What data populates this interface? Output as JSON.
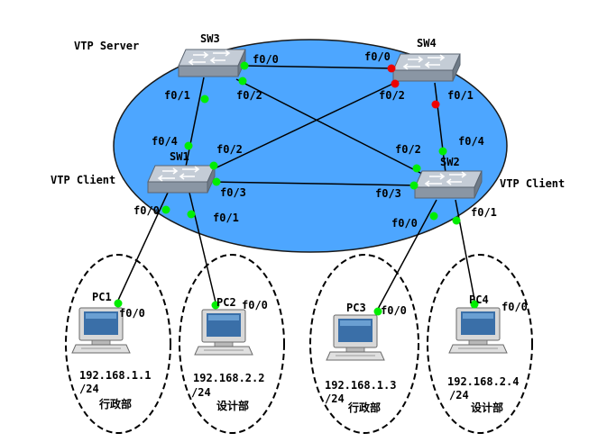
{
  "domain_labels": {
    "server": "VTP Server",
    "client_left": "VTP Client",
    "client_right": "VTP Client"
  },
  "switches": [
    {
      "id": "sw3",
      "name": "SW3"
    },
    {
      "id": "sw4",
      "name": "SW4"
    },
    {
      "id": "sw1",
      "name": "SW1"
    },
    {
      "id": "sw2",
      "name": "SW2"
    }
  ],
  "links": [
    {
      "id": "sw3-sw4",
      "a_port": "f0/0",
      "b_port": "f0/0",
      "a_status": "green",
      "b_status": "red"
    },
    {
      "id": "sw3-sw1",
      "a_port": "f0/1",
      "b_port": "f0/4",
      "a_status": "green",
      "b_status": "green"
    },
    {
      "id": "sw3-sw2",
      "a_port": "f0/2",
      "b_port": "f0/2",
      "a_status": "green",
      "b_status": "green"
    },
    {
      "id": "sw4-sw1",
      "a_port": "f0/2",
      "b_port": "f0/2",
      "a_status": "red",
      "b_status": "green"
    },
    {
      "id": "sw4-sw2",
      "a_port": "f0/1",
      "b_port": "f0/4",
      "a_status": "red",
      "b_status": "green"
    },
    {
      "id": "sw1-sw2",
      "a_port": "f0/3",
      "b_port": "f0/3",
      "a_status": "green",
      "b_status": "green"
    },
    {
      "id": "sw1-pc1",
      "a_port": "f0/0",
      "b_port": "f0/0",
      "a_status": "green",
      "b_status": "green"
    },
    {
      "id": "sw1-pc2",
      "a_port": "f0/1",
      "b_port": "f0/0",
      "a_status": "green",
      "b_status": "green"
    },
    {
      "id": "sw2-pc3",
      "a_port": "f0/0",
      "b_port": "f0/0",
      "a_status": "green",
      "b_status": "green"
    },
    {
      "id": "sw2-pc4",
      "a_port": "f0/1",
      "b_port": "f0/0",
      "a_status": "green",
      "b_status": "green"
    }
  ],
  "pcs": [
    {
      "id": "pc1",
      "name": "PC1",
      "ip": "192.168.1.1",
      "mask": "/24",
      "dept": "行政部"
    },
    {
      "id": "pc2",
      "name": "PC2",
      "ip": "192.168.2.2",
      "mask": "/24",
      "dept": "设计部"
    },
    {
      "id": "pc3",
      "name": "PC3",
      "ip": "192.168.1.3",
      "mask": "/24",
      "dept": "行政部"
    },
    {
      "id": "pc4",
      "name": "PC4",
      "ip": "192.168.2.4",
      "mask": "/24",
      "dept": "设计部"
    }
  ],
  "colors": {
    "cloud_fill": "#4da6ff",
    "cloud_stroke": "#1a1a1a",
    "link": "#000000",
    "status_green": "#00ee00",
    "status_red": "#ee0000",
    "switch_body": "#9aa6b4",
    "pc_body": "#d0d0d0",
    "pc_screen": "#3a6fa8"
  }
}
